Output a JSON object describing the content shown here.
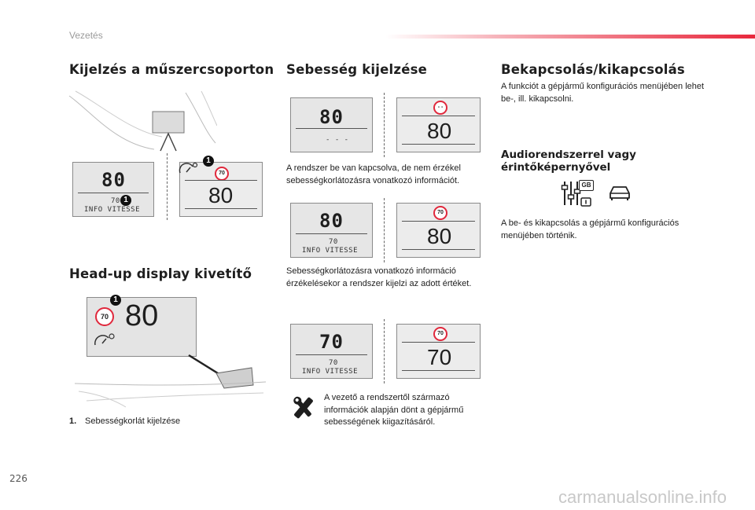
{
  "header": {
    "section": "Vezetés"
  },
  "page_number": "226",
  "watermark": "carmanualsonline.info",
  "col1": {
    "title": "Kijelzés a műszercsoporton",
    "cluster_panel": {
      "speed": "80",
      "small_value": "70",
      "small_text": "INFO VITESSE",
      "callout": "1"
    },
    "right_panel": {
      "sign": "70",
      "speed": "80",
      "callout": "1"
    },
    "hud_title": "Head-up display kivetítő",
    "hud_panel": {
      "sign": "70",
      "speed": "80",
      "callout": "1"
    },
    "legend": {
      "number": "1.",
      "text": "Sebességkorlát kijelzése"
    }
  },
  "col2": {
    "title": "Sebesség kijelzése",
    "row1": {
      "left_speed": "80",
      "left_small": "- - -",
      "right_sign": "- -",
      "right_speed": "80"
    },
    "text1": "A rendszer be van kapcsolva, de nem érzékel sebességkorlátozásra vonatkozó információt.",
    "row2": {
      "left_speed": "80",
      "left_small_value": "70",
      "left_small_text": "INFO VITESSE",
      "right_sign": "70",
      "right_speed": "80"
    },
    "text2": "Sebességkorlátozásra vonatkozó információ érzékelésekor a rendszer kijelzi az adott értéket.",
    "row3": {
      "left_speed": "70",
      "left_small_value": "70",
      "left_small_text": "INFO VITESSE",
      "right_sign": "70",
      "right_speed": "70"
    },
    "text3": "A vezető a rendszertől származó információk alapján dönt a gépjármű sebességének kiigazításáról."
  },
  "col3": {
    "title": "Bekapcsolás/kikapcsolás",
    "text1": "A funkciót a gépjármű konfigurációs menüjében lehet be-, ill. kikapcsolni.",
    "sub_title": "Audiorendszerrel vagy érintőképernyővel",
    "badge": "GB",
    "text2": "A be- és kikapcsolás a gépjármű konfigurációs menüjében történik."
  }
}
